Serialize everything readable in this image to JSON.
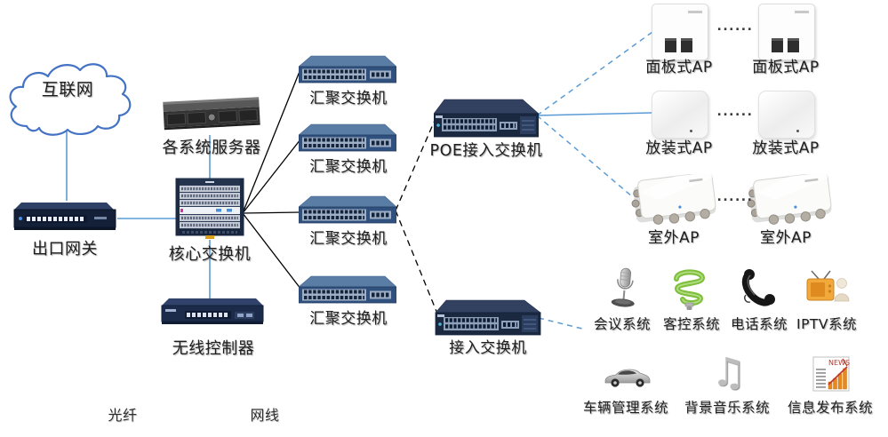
{
  "nodes": {
    "internet": {
      "label": "互联网"
    },
    "gateway": {
      "label": "出口网关"
    },
    "server": {
      "label": "各系统服务器"
    },
    "core_switch": {
      "label": "核心交换机"
    },
    "wireless_controller": {
      "label": "无线控制器"
    },
    "aggregation_switches": [
      {
        "label": "汇聚交换机"
      },
      {
        "label": "汇聚交换机"
      },
      {
        "label": "汇聚交换机"
      },
      {
        "label": "汇聚交换机"
      }
    ],
    "poe_access_switch": {
      "label": "POE接入交换机"
    },
    "access_switch": {
      "label": "接入交换机"
    },
    "panel_aps": [
      {
        "label": "面板式AP"
      },
      {
        "label": "面板式AP"
      }
    ],
    "ceiling_aps": [
      {
        "label": "放装式AP"
      },
      {
        "label": "放装式AP"
      }
    ],
    "outdoor_aps": [
      {
        "label": "室外AP"
      },
      {
        "label": "室外AP"
      }
    ],
    "systems_row1": [
      {
        "label": "会议系统",
        "icon": "microphone-icon"
      },
      {
        "label": "客控系统",
        "icon": "green-bulb-icon"
      },
      {
        "label": "电话系统",
        "icon": "telephone-icon"
      },
      {
        "label": "IPTV系统",
        "icon": "tv-icon"
      }
    ],
    "systems_row2": [
      {
        "label": "车辆管理系统",
        "icon": "car-icon"
      },
      {
        "label": "背景音乐系统",
        "icon": "music-note-icon",
        "glyph": "♫"
      },
      {
        "label": "信息发布系统",
        "icon": "newspaper-icon",
        "icon_text": "NEWS"
      }
    ]
  },
  "ellipsis": "......",
  "legend": {
    "fiber": "光纤",
    "cable": "网线"
  },
  "connections": [
    {
      "from": "internet",
      "to": "gateway",
      "style": "blue-solid"
    },
    {
      "from": "gateway",
      "to": "core_switch",
      "style": "blue-solid"
    },
    {
      "from": "server",
      "to": "core_switch",
      "style": "blue-solid"
    },
    {
      "from": "core_switch",
      "to": "wireless_controller",
      "style": "blue-solid"
    },
    {
      "from": "core_switch",
      "to": "aggregation_switch_1",
      "style": "black-solid"
    },
    {
      "from": "core_switch",
      "to": "aggregation_switch_2",
      "style": "black-solid"
    },
    {
      "from": "core_switch",
      "to": "aggregation_switch_3",
      "style": "black-solid"
    },
    {
      "from": "core_switch",
      "to": "aggregation_switch_4",
      "style": "black-solid"
    },
    {
      "from": "aggregation_switch_3",
      "to": "poe_access_switch",
      "style": "black-dashed"
    },
    {
      "from": "aggregation_switch_3",
      "to": "access_switch",
      "style": "black-dashed"
    },
    {
      "from": "poe_access_switch",
      "to": "panel_ap_1",
      "style": "blue-dashed"
    },
    {
      "from": "poe_access_switch",
      "to": "ceiling_ap_1",
      "style": "blue-solid"
    },
    {
      "from": "poe_access_switch",
      "to": "outdoor_ap_1",
      "style": "blue-dashed"
    },
    {
      "from": "access_switch",
      "to": "systems",
      "style": "blue-dashed"
    }
  ],
  "colors": {
    "cable_line": "#5b9bd5",
    "fiber_line": "#000000",
    "cloud_stroke": "#4472c4",
    "switch_blue": "#30517e",
    "device_navy": "#1b2940"
  }
}
